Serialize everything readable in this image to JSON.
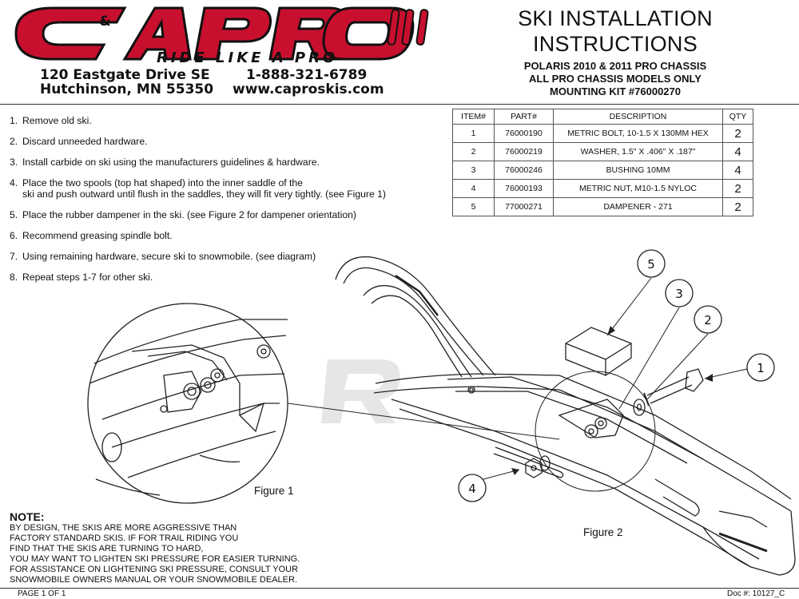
{
  "header": {
    "logo_text_main": "C&APRO",
    "logo_tagline": "RIDE LIKE A PRO",
    "address_line1": "120 Eastgate Drive SE",
    "address_line2": "Hutchinson, MN  55350",
    "phone": "1-888-321-6789",
    "website": "www.caproskis.com"
  },
  "title": {
    "line1": "SKI INSTALLATION",
    "line2": "INSTRUCTIONS",
    "sub1": "POLARIS 2010 & 2011 PRO CHASSIS",
    "sub2": "ALL PRO CHASSIS MODELS ONLY",
    "sub3": "MOUNTING KIT #76000270"
  },
  "steps": [
    {
      "num": "1.",
      "text": "Remove old ski.",
      "cont": ""
    },
    {
      "num": "2.",
      "text": "Discard unneeded hardware.",
      "cont": ""
    },
    {
      "num": "3.",
      "text": "Install carbide on ski using the manufacturers guidelines & hardware.",
      "cont": ""
    },
    {
      "num": "4.",
      "text": "Place the two spools (top hat shaped) into the inner saddle of the",
      "cont": "ski and push outward until flush in the saddles, they will fit very tightly. (see Figure 1)"
    },
    {
      "num": "5.",
      "text": "Place the rubber dampener in the ski. (see Figure 2 for dampener orientation)",
      "cont": ""
    },
    {
      "num": "6.",
      "text": "Recommend greasing spindle bolt.",
      "cont": ""
    },
    {
      "num": "7.",
      "text": "Using remaining hardware, secure ski to snowmobile. (see diagram)",
      "cont": ""
    },
    {
      "num": "8.",
      "text": "Repeat steps 1-7 for other ski.",
      "cont": ""
    }
  ],
  "parts_table": {
    "headers": [
      "ITEM#",
      "PART#",
      "DESCRIPTION",
      "QTY"
    ],
    "rows": [
      [
        "1",
        "76000190",
        "METRIC BOLT, 10-1.5 X 130MM HEX",
        "2"
      ],
      [
        "2",
        "76000219",
        "WASHER, 1.5\" X .406\" X .187\"",
        "4"
      ],
      [
        "3",
        "76000246",
        "BUSHING 10MM",
        "4"
      ],
      [
        "4",
        "76000193",
        "METRIC NUT, M10-1.5 NYLOC",
        "2"
      ],
      [
        "5",
        "77000271",
        "DAMPENER - 271",
        "2"
      ]
    ]
  },
  "callouts": [
    "1",
    "2",
    "3",
    "4",
    "5"
  ],
  "figures": {
    "fig1_label": "Figure 1",
    "fig2_label": "Figure 2"
  },
  "note": {
    "title": "NOTE:",
    "lines": [
      "BY DESIGN, THE SKIS ARE MORE AGGRESSIVE THAN",
      "FACTORY STANDARD SKIS. IF FOR TRAIL RIDING YOU",
      "FIND THAT THE SKIS ARE TURNING TO HARD,",
      "YOU MAY WANT TO LIGHTEN SKI PRESSURE FOR EASIER TURNING.",
      "FOR ASSISTANCE ON LIGHTENING SKI PRESSURE, CONSULT YOUR",
      "SNOWMOBILE OWNERS MANUAL OR YOUR SNOWMOBILE DEALER."
    ]
  },
  "footer": {
    "page": "PAGE 1 OF 1",
    "doc": "Doc #:  10127_C"
  },
  "colors": {
    "brand_red": "#c8102e",
    "brand_black": "#111111",
    "line": "#222222"
  }
}
